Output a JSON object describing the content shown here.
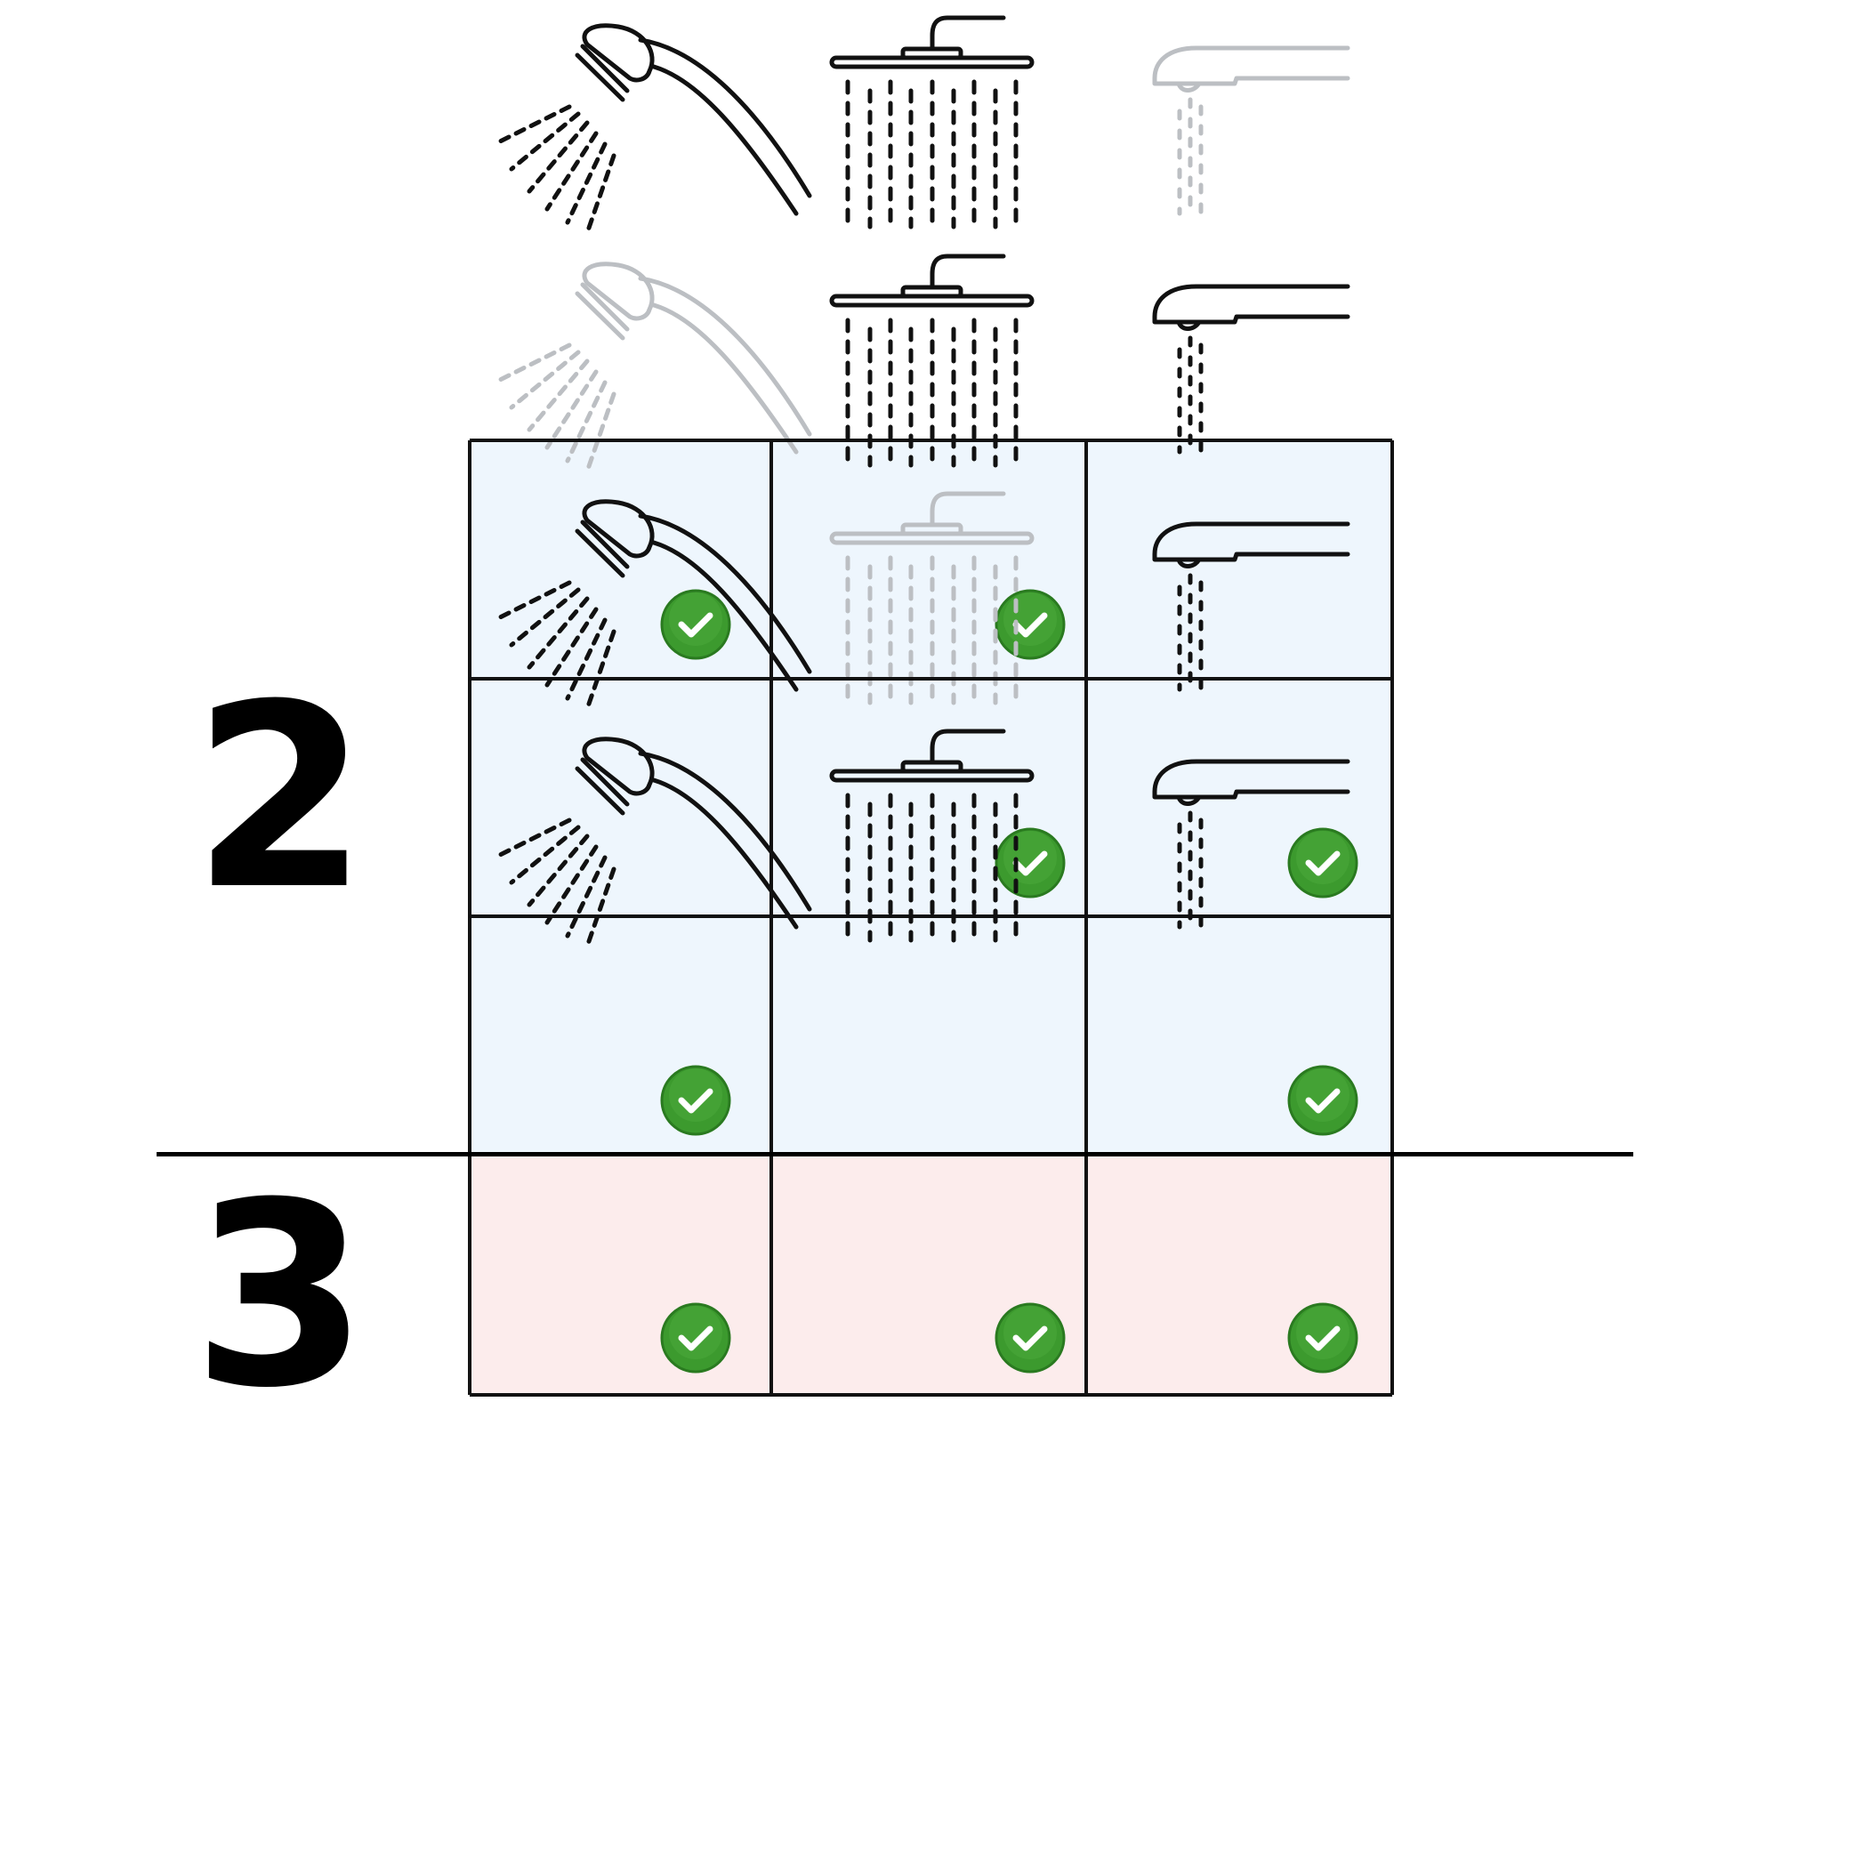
{
  "groups": [
    {
      "label": "2",
      "tint": "#eef6fd"
    },
    {
      "label": "3",
      "tint": "#fcecec"
    }
  ],
  "columns": [
    "handheld-shower-icon",
    "rain-shower-icon",
    "bath-spout-icon"
  ],
  "rows": [
    {
      "group": 0,
      "cells": [
        {
          "active": true,
          "check": true
        },
        {
          "active": true,
          "check": true
        },
        {
          "active": false,
          "check": false
        }
      ]
    },
    {
      "group": 0,
      "cells": [
        {
          "active": false,
          "check": false
        },
        {
          "active": true,
          "check": true
        },
        {
          "active": true,
          "check": true
        }
      ]
    },
    {
      "group": 0,
      "cells": [
        {
          "active": true,
          "check": true
        },
        {
          "active": false,
          "check": false
        },
        {
          "active": true,
          "check": true
        }
      ]
    },
    {
      "group": 1,
      "cells": [
        {
          "active": true,
          "check": true
        },
        {
          "active": true,
          "check": true
        },
        {
          "active": true,
          "check": true
        }
      ]
    }
  ],
  "colors": {
    "active_stroke": "#111111",
    "inactive_stroke": "#bcbfc3",
    "check_fill": "#3c9a2e",
    "check_ring": "#2a7a20",
    "grid_line": "#111111"
  }
}
